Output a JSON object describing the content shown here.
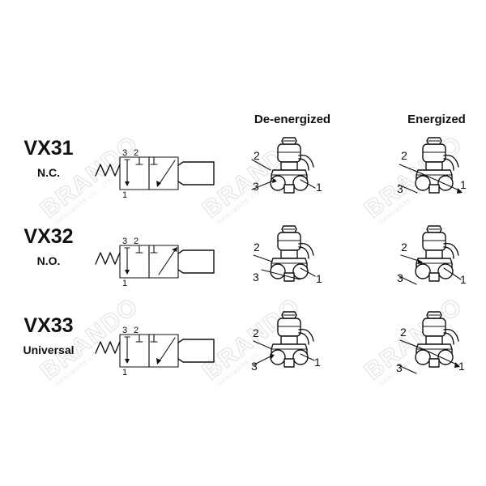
{
  "watermark": {
    "brand": "BRANDO",
    "sub": "HARDWARE CO., LTD"
  },
  "headers": {
    "de_energized": "De-energized",
    "energized": "Energized"
  },
  "rows": [
    {
      "model": "VX31",
      "type": "N.C.",
      "symbol_ports": {
        "p3": "3",
        "p2": "2",
        "p1": "1"
      },
      "de_ports": {
        "p2": "2",
        "p3": "3",
        "p1": "1"
      },
      "en_ports": {
        "p2": "2",
        "p3": "3",
        "p1": "1"
      }
    },
    {
      "model": "VX32",
      "type": "N.O.",
      "symbol_ports": {
        "p3": "3",
        "p2": "2",
        "p1": "1"
      },
      "de_ports": {
        "p2": "2",
        "p3": "3",
        "p1": "1"
      },
      "en_ports": {
        "p2": "2",
        "p3": "3",
        "p1": "1"
      }
    },
    {
      "model": "VX33",
      "type": "Universal",
      "symbol_ports": {
        "p3": "3",
        "p2": "2",
        "p1": "1"
      },
      "de_ports": {
        "p2": "2",
        "p3": "3",
        "p1": "1"
      },
      "en_ports": {
        "p2": "2",
        "p3": "3",
        "p1": "1"
      }
    }
  ]
}
